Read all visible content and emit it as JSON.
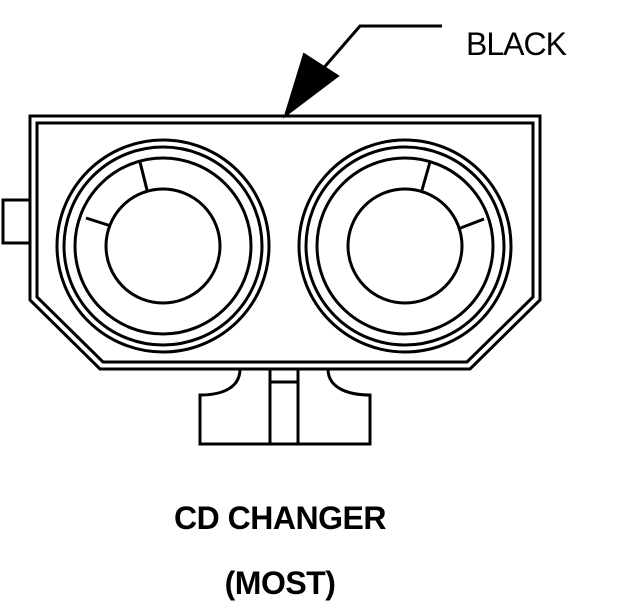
{
  "callout": {
    "label": "BLACK"
  },
  "caption": {
    "title": "CD CHANGER",
    "subtitle": "(MOST)"
  },
  "colors": {
    "ink": "#000000",
    "paper": "#ffffff"
  }
}
